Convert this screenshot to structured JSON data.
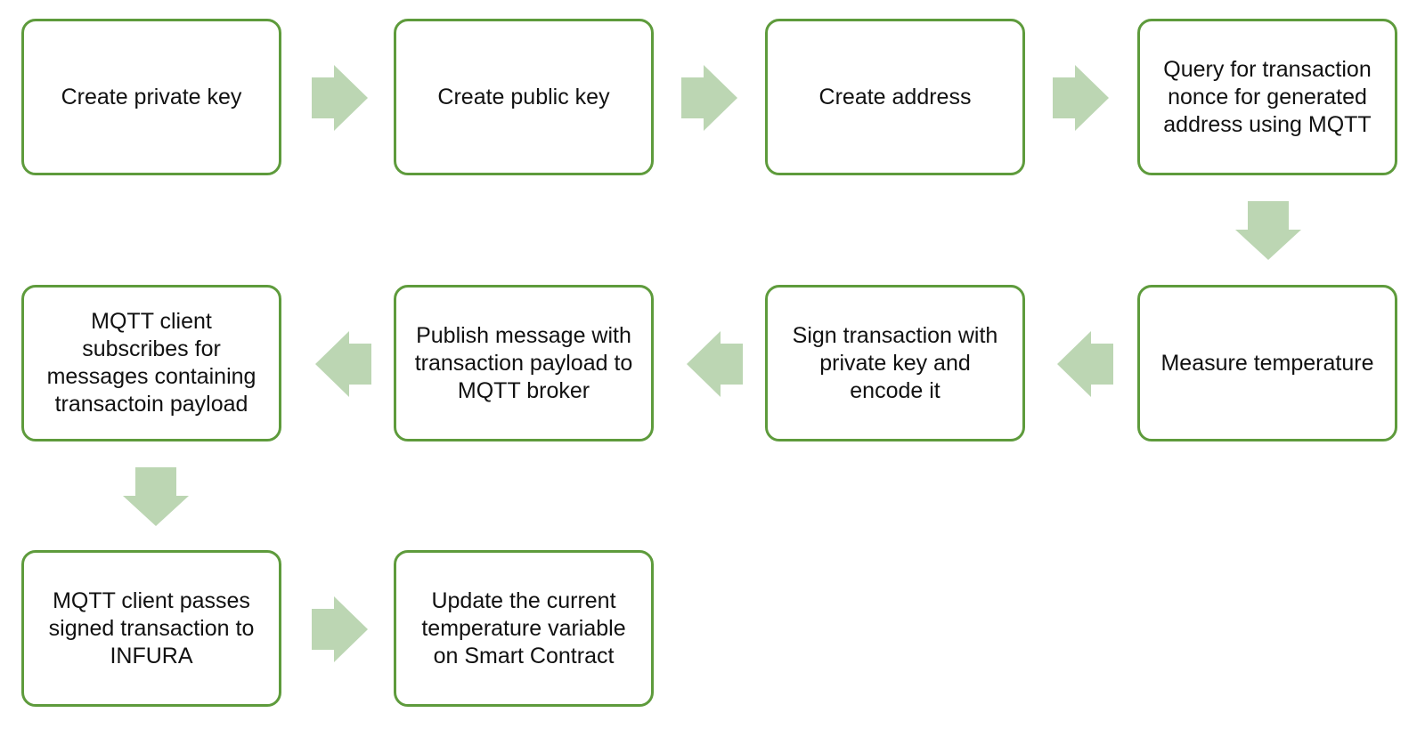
{
  "colors": {
    "box_border": "#5e9b3c",
    "arrow_fill": "#bcd6b3",
    "text": "#111111",
    "background": "#ffffff"
  },
  "steps": [
    {
      "text": "Create private key"
    },
    {
      "text": "Create public key"
    },
    {
      "text": "Create address"
    },
    {
      "text": "Query for transaction\nnonce for generated\naddress using MQTT"
    },
    {
      "text": "Measure temperature"
    },
    {
      "text": "Sign transaction with\nprivate key and\nencode it"
    },
    {
      "text": "Publish message with\ntransaction payload to\nMQTT broker"
    },
    {
      "text": "MQTT client\nsubscribes for\nmessages containing\ntransactoin payload"
    },
    {
      "text": "MQTT client passes\nsigned transaction to\nINFURA"
    },
    {
      "text": "Update the current\ntemperature variable\non Smart Contract"
    }
  ],
  "flow": [
    {
      "from": 0,
      "to": 1,
      "direction": "right"
    },
    {
      "from": 1,
      "to": 2,
      "direction": "right"
    },
    {
      "from": 2,
      "to": 3,
      "direction": "right"
    },
    {
      "from": 3,
      "to": 4,
      "direction": "down"
    },
    {
      "from": 4,
      "to": 5,
      "direction": "left"
    },
    {
      "from": 5,
      "to": 6,
      "direction": "left"
    },
    {
      "from": 6,
      "to": 7,
      "direction": "left"
    },
    {
      "from": 7,
      "to": 8,
      "direction": "down"
    },
    {
      "from": 8,
      "to": 9,
      "direction": "right"
    }
  ]
}
